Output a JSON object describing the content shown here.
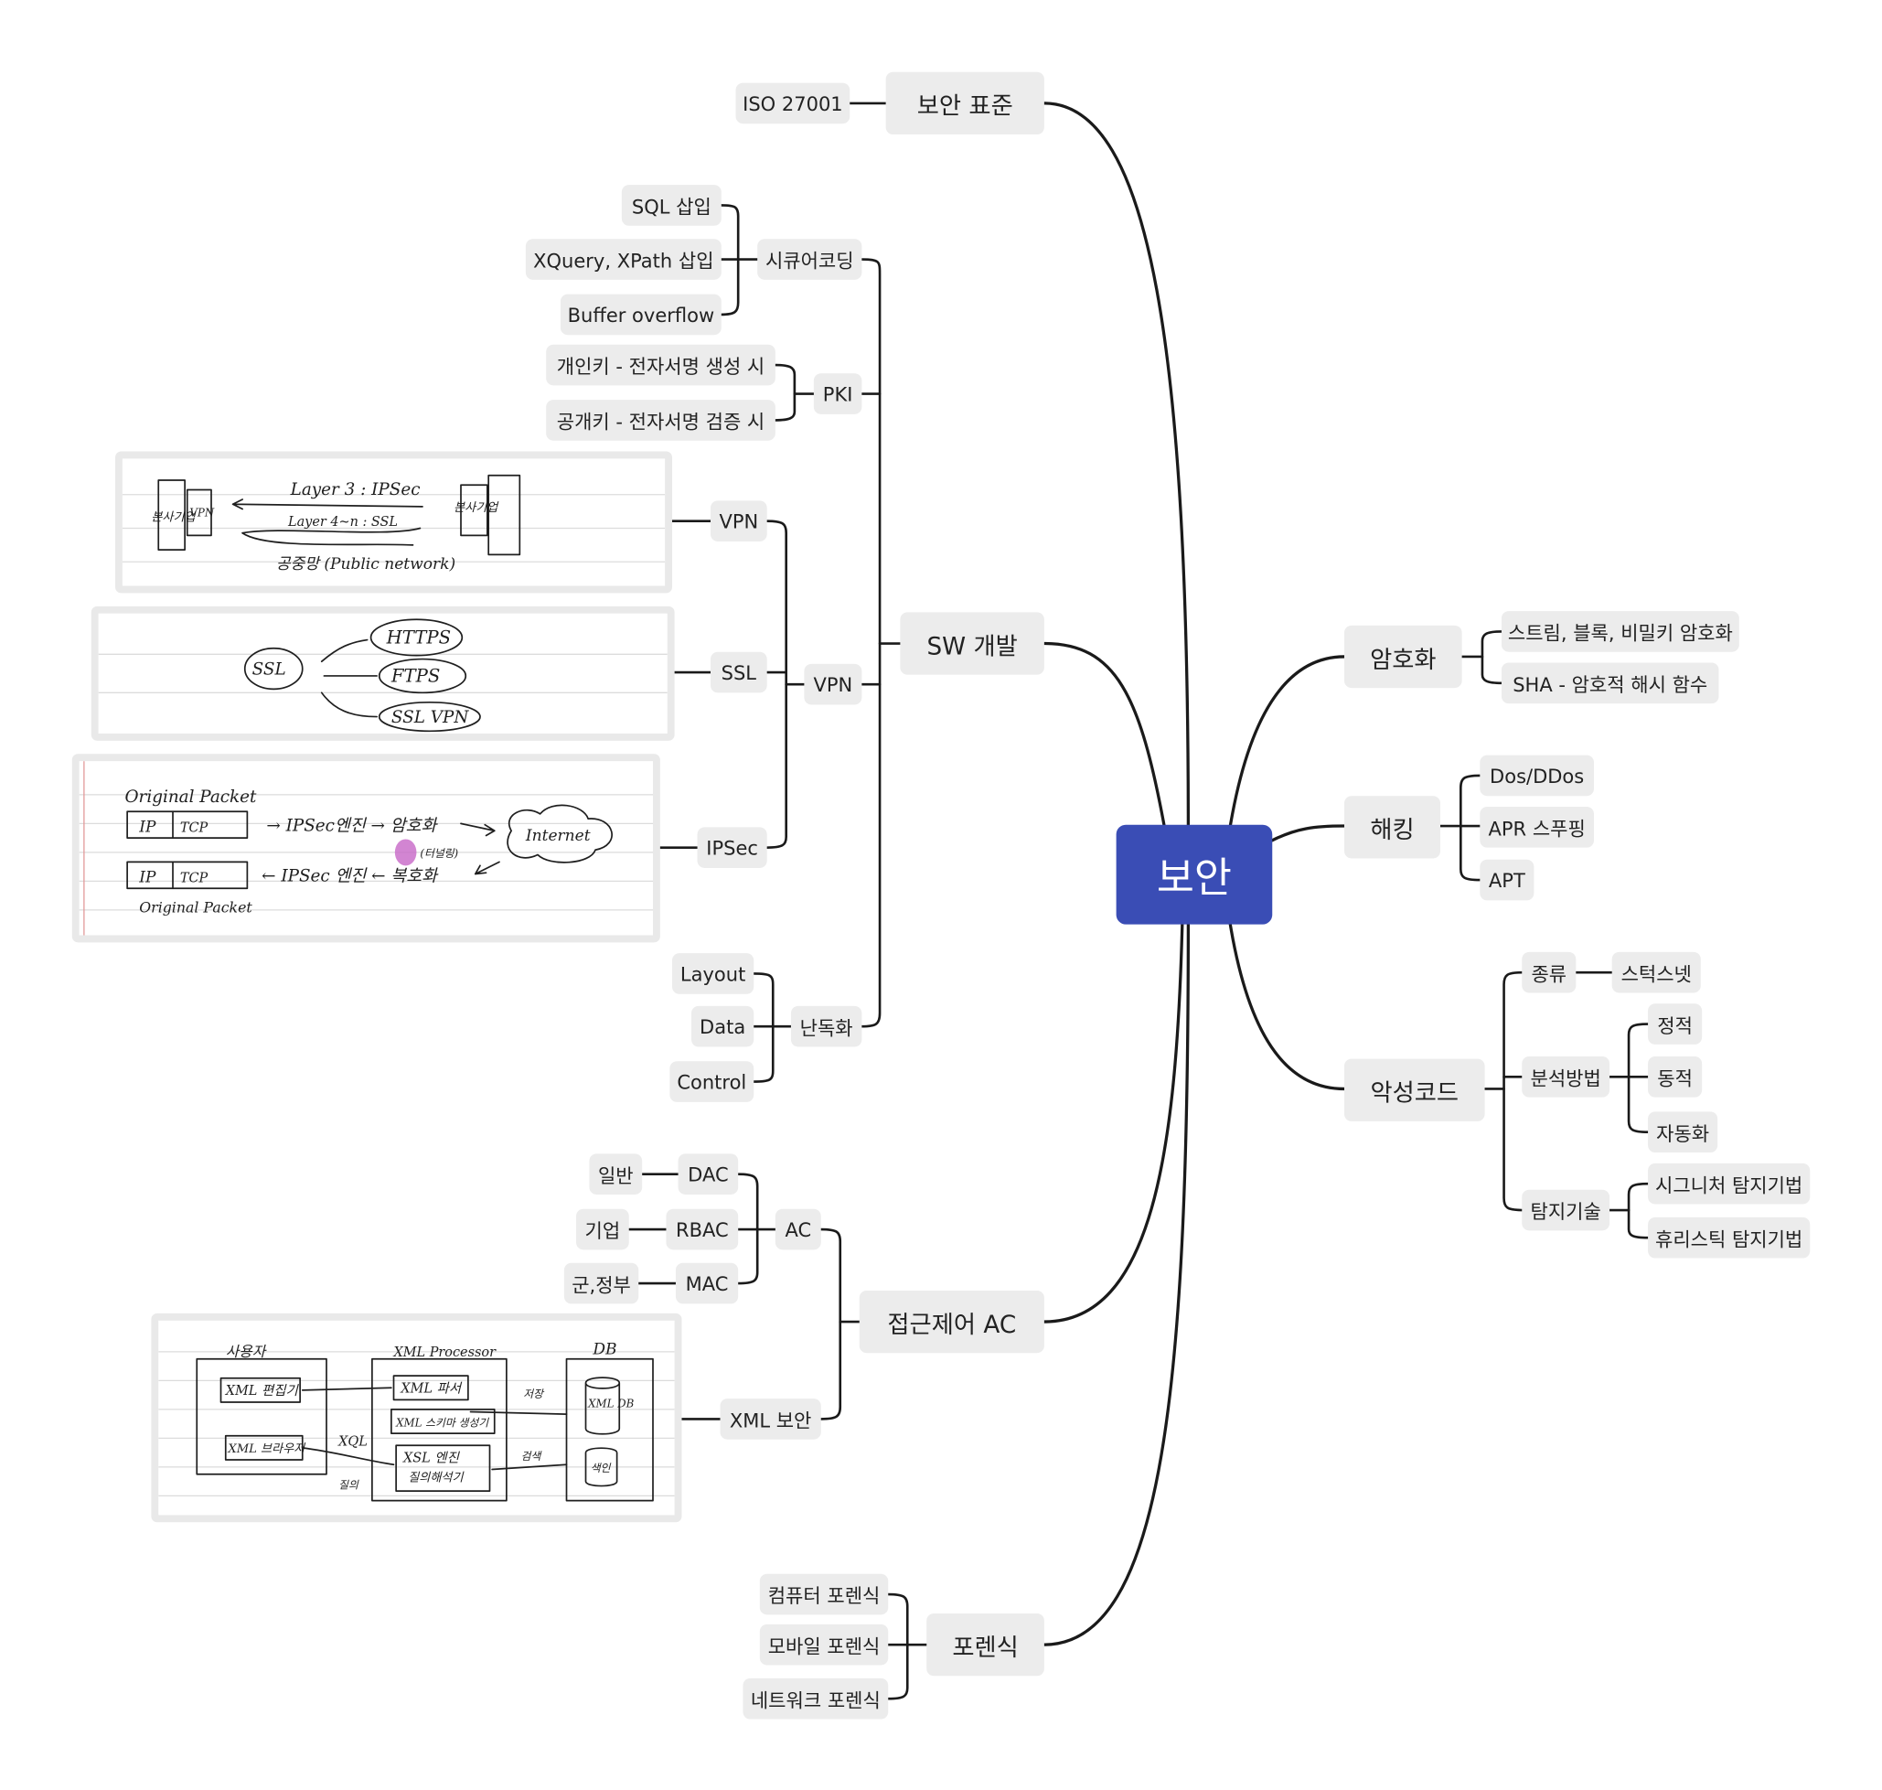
{
  "root": "보안",
  "branches": {
    "standard": "보안 표준",
    "sw": "SW 개발",
    "ac": "접근제어 AC",
    "forensic": "포렌식",
    "crypto": "암호화",
    "hacking": "해킹",
    "malware": "악성코드"
  },
  "standard": {
    "iso": "ISO 27001"
  },
  "sw": {
    "securecoding": {
      "label": "시큐어코딩",
      "items": [
        "SQL 삽입",
        "XQuery, XPath 삽입",
        "Buffer overflow"
      ]
    },
    "pki": {
      "label": "PKI",
      "items": [
        "개인키 - 전자서명 생성 시",
        "공개키 - 전자서명 검증 시"
      ]
    },
    "vpn": {
      "label": "VPN",
      "items": [
        "VPN",
        "SSL",
        "IPSec"
      ]
    },
    "obfuscation": {
      "label": "난독화",
      "items": [
        "Layout",
        "Data",
        "Control"
      ]
    }
  },
  "ac": {
    "label": "AC",
    "types": [
      {
        "label": "DAC",
        "scope": "일반"
      },
      {
        "label": "RBAC",
        "scope": "기업"
      },
      {
        "label": "MAC",
        "scope": "군,정부"
      }
    ],
    "xml": "XML 보안"
  },
  "forensic": {
    "items": [
      "컴퓨터 포렌식",
      "모바일 포렌식",
      "네트워크 포렌식"
    ]
  },
  "crypto": {
    "items": [
      "스트림, 블록, 비밀키 암호화",
      "SHA - 암호적 해시 함수"
    ]
  },
  "hacking": {
    "items": [
      "Dos/DDos",
      "APR 스푸핑",
      "APT"
    ]
  },
  "malware": {
    "kind": {
      "label": "종류",
      "item": "스턱스넷"
    },
    "analysis": {
      "label": "분석방법",
      "items": [
        "정적",
        "동적",
        "자동화"
      ]
    },
    "detection": {
      "label": "탐지기술",
      "items": [
        "시그니처 탐지기법",
        "휴리스틱 탐지기법"
      ]
    }
  },
  "sketches": {
    "vpn": {
      "left_box": "본사기업",
      "right_box": "본사기업",
      "vpn_tag": "VPN",
      "line1": "Layer 3 : IPSec",
      "line2": "Layer 4~n : SSL",
      "line3": "공중망 (Public network)"
    },
    "ssl": {
      "center": "SSL",
      "out": [
        "HTTPS",
        "FTPS",
        "SSL VPN"
      ]
    },
    "ipsec": {
      "top_label": "Original Packet",
      "ip": "IP",
      "tcp": "TCP",
      "step1": "→ IPSec엔진 → 암호화",
      "tunnel": "(터널링)",
      "cloud": "Internet",
      "step2": "← IPSec 엔진 ← 복호화",
      "bottom_label": "Original Packet"
    },
    "xml": {
      "user": "사용자",
      "processor": "XML Processor",
      "db": "DB",
      "editor": "XML 편집기",
      "browser": "XML 브라우저",
      "parser": "XML 파서",
      "schema": "XML 스키마 생성기",
      "xsl": "XSL 엔진",
      "xsl2": "질의해석기",
      "xmldb": "XML DB",
      "index": "색인",
      "xql": "XQL",
      "store": "저장",
      "search": "검색",
      "query": "질의"
    }
  },
  "colors": {
    "root_fill": "#3a4db5",
    "node_fill": "#ececec",
    "line": "#1a1a1a"
  }
}
